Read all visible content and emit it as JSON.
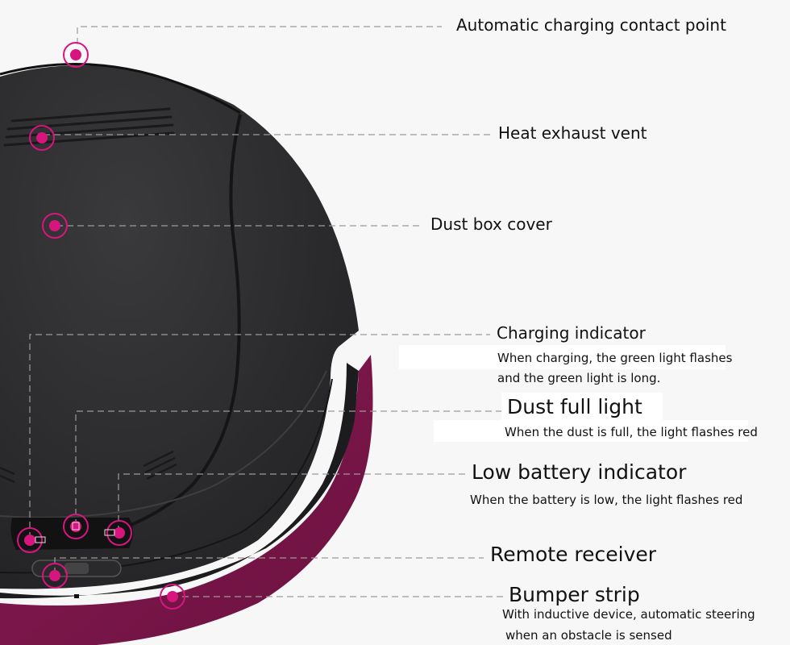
{
  "colors": {
    "robot_body": "#2b2b2d",
    "bumper": "#7a1646",
    "marker": "#d8157f",
    "leader_line": "#9a9a9a",
    "background": "#f7f7f7"
  },
  "callouts": {
    "charging_contact": {
      "title": "Automatic charging contact point"
    },
    "heat_vent": {
      "title": "Heat exhaust vent"
    },
    "dust_cover": {
      "title": "Dust box cover"
    },
    "charging_indicator": {
      "title": "Charging indicator",
      "desc_line1": "When charging, the green light flashes",
      "desc_line2": "and the green light is long."
    },
    "dust_full": {
      "title": "Dust full light",
      "desc": "When the dust is full, the light flashes red"
    },
    "low_battery": {
      "title": "Low battery indicator",
      "desc": "When the battery is low, the light flashes red"
    },
    "remote_receiver": {
      "title": "Remote receiver"
    },
    "bumper_strip": {
      "title": "Bumper strip",
      "desc_line1": "With inductive device, automatic steering",
      "desc_line2": "when an obstacle is sensed"
    }
  }
}
